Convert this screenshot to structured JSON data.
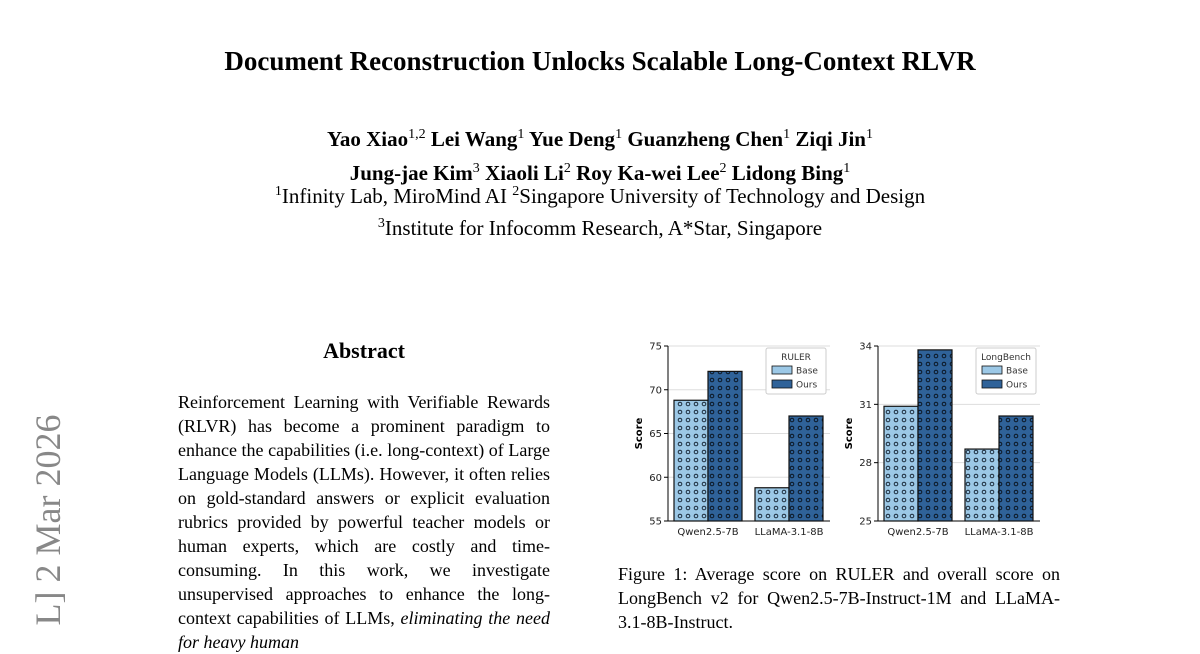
{
  "paper": {
    "title": "Document Reconstruction Unlocks Scalable Long-Context RLVR",
    "authors_line1": [
      {
        "name": "Yao Xiao",
        "sup": "1,2"
      },
      {
        "name": "Lei Wang",
        "sup": "1"
      },
      {
        "name": "Yue Deng",
        "sup": "1"
      },
      {
        "name": "Guanzheng Chen",
        "sup": "1"
      },
      {
        "name": "Ziqi Jin",
        "sup": "1"
      }
    ],
    "authors_line2": [
      {
        "name": "Jung-jae Kim",
        "sup": "3"
      },
      {
        "name": "Xiaoli Li",
        "sup": "2"
      },
      {
        "name": "Roy Ka-wei Lee",
        "sup": "2"
      },
      {
        "name": "Lidong Bing",
        "sup": "1"
      }
    ],
    "affiliations_line1": [
      {
        "sup": "1",
        "text": "Infinity Lab, MiroMind AI "
      },
      {
        "sup": "2",
        "text": "Singapore University of Technology and Design"
      }
    ],
    "affiliations_line2": [
      {
        "sup": "3",
        "text": "Institute for Infocomm Research, A*Star, Singapore"
      }
    ],
    "side_stamp": "L]  2 Mar 2026",
    "abstract_heading": "Abstract",
    "abstract_text": "Reinforcement Learning with Verifiable Rewards (RLVR) has become a prominent paradigm to enhance the capabilities (i.e. long-context) of Large Language Models (LLMs). However, it often relies on gold-standard answers or explicit evaluation rubrics provided by powerful teacher models or human experts, which are costly and time-consuming. In this work, we investigate unsupervised approaches to enhance the long-context capabilities of LLMs, ",
    "abstract_italic": "eliminating the need for heavy human",
    "figure_caption": "Figure 1: Average score on RULER and overall score on LongBench v2 for Qwen2.5-7B-Instruct-1M and LLaMA-3.1-8B-Instruct."
  },
  "colors": {
    "base": "#9cc8e6",
    "ours": "#2f6299",
    "edge": "#111111",
    "grid": "#dddddd"
  },
  "chart_data": [
    {
      "type": "bar",
      "title": "",
      "xlabel": "",
      "ylabel": "Score",
      "legend_title": "RULER",
      "legend_placement": "top-right",
      "grid": true,
      "categories": [
        "Qwen2.5-7B",
        "LLaMA-3.1-8B"
      ],
      "series": [
        {
          "name": "Base",
          "values": [
            68.8,
            58.8
          ]
        },
        {
          "name": "Ours",
          "values": [
            72.1,
            67.0
          ]
        }
      ],
      "ylim": [
        55,
        75
      ],
      "yticks": [
        55,
        60,
        65,
        70,
        75
      ]
    },
    {
      "type": "bar",
      "title": "",
      "xlabel": "",
      "ylabel": "Score",
      "legend_title": "LongBench",
      "legend_placement": "top-right",
      "grid": true,
      "categories": [
        "Qwen2.5-7B",
        "LLaMA-3.1-8B"
      ],
      "series": [
        {
          "name": "Base",
          "values": [
            30.9,
            28.7
          ]
        },
        {
          "name": "Ours",
          "values": [
            33.8,
            30.4
          ]
        }
      ],
      "ylim": [
        25,
        34
      ],
      "yticks": [
        25,
        28,
        31,
        34
      ]
    }
  ]
}
